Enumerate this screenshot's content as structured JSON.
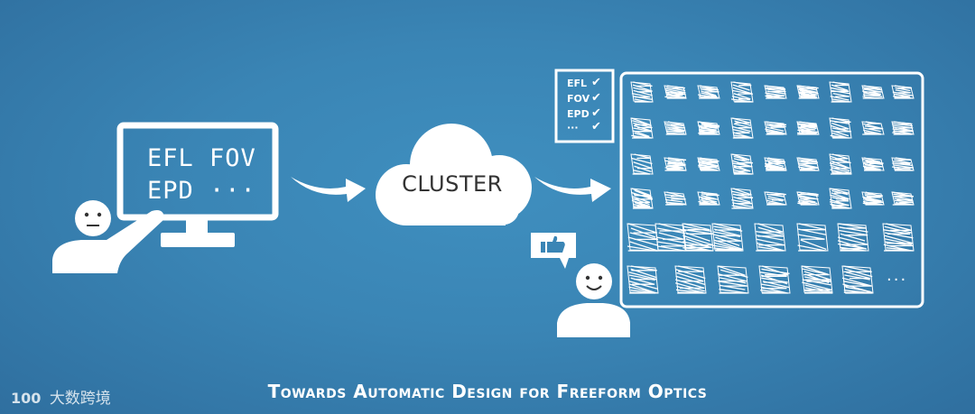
{
  "monitor": {
    "line1": "EFL FOV",
    "line2": "EPD ···"
  },
  "cloud": {
    "label": "CLUSTER"
  },
  "checklist": {
    "items": [
      "EFL",
      "FOV",
      "EPD",
      "···"
    ],
    "tick": "✔"
  },
  "design_grid": {
    "ellipsis": "···"
  },
  "caption": "Towards Automatic Design for Freeform Optics",
  "watermark": {
    "logo": "100",
    "text": "大数跨境"
  },
  "colors": {
    "background": "#3a85b5",
    "foreground": "#ffffff",
    "cloud_text": "#333333"
  },
  "icons": {
    "user_left": "neutral-face-user-icon",
    "user_right": "smiling-face-user-icon",
    "approval": "thumbs-up-icon"
  }
}
